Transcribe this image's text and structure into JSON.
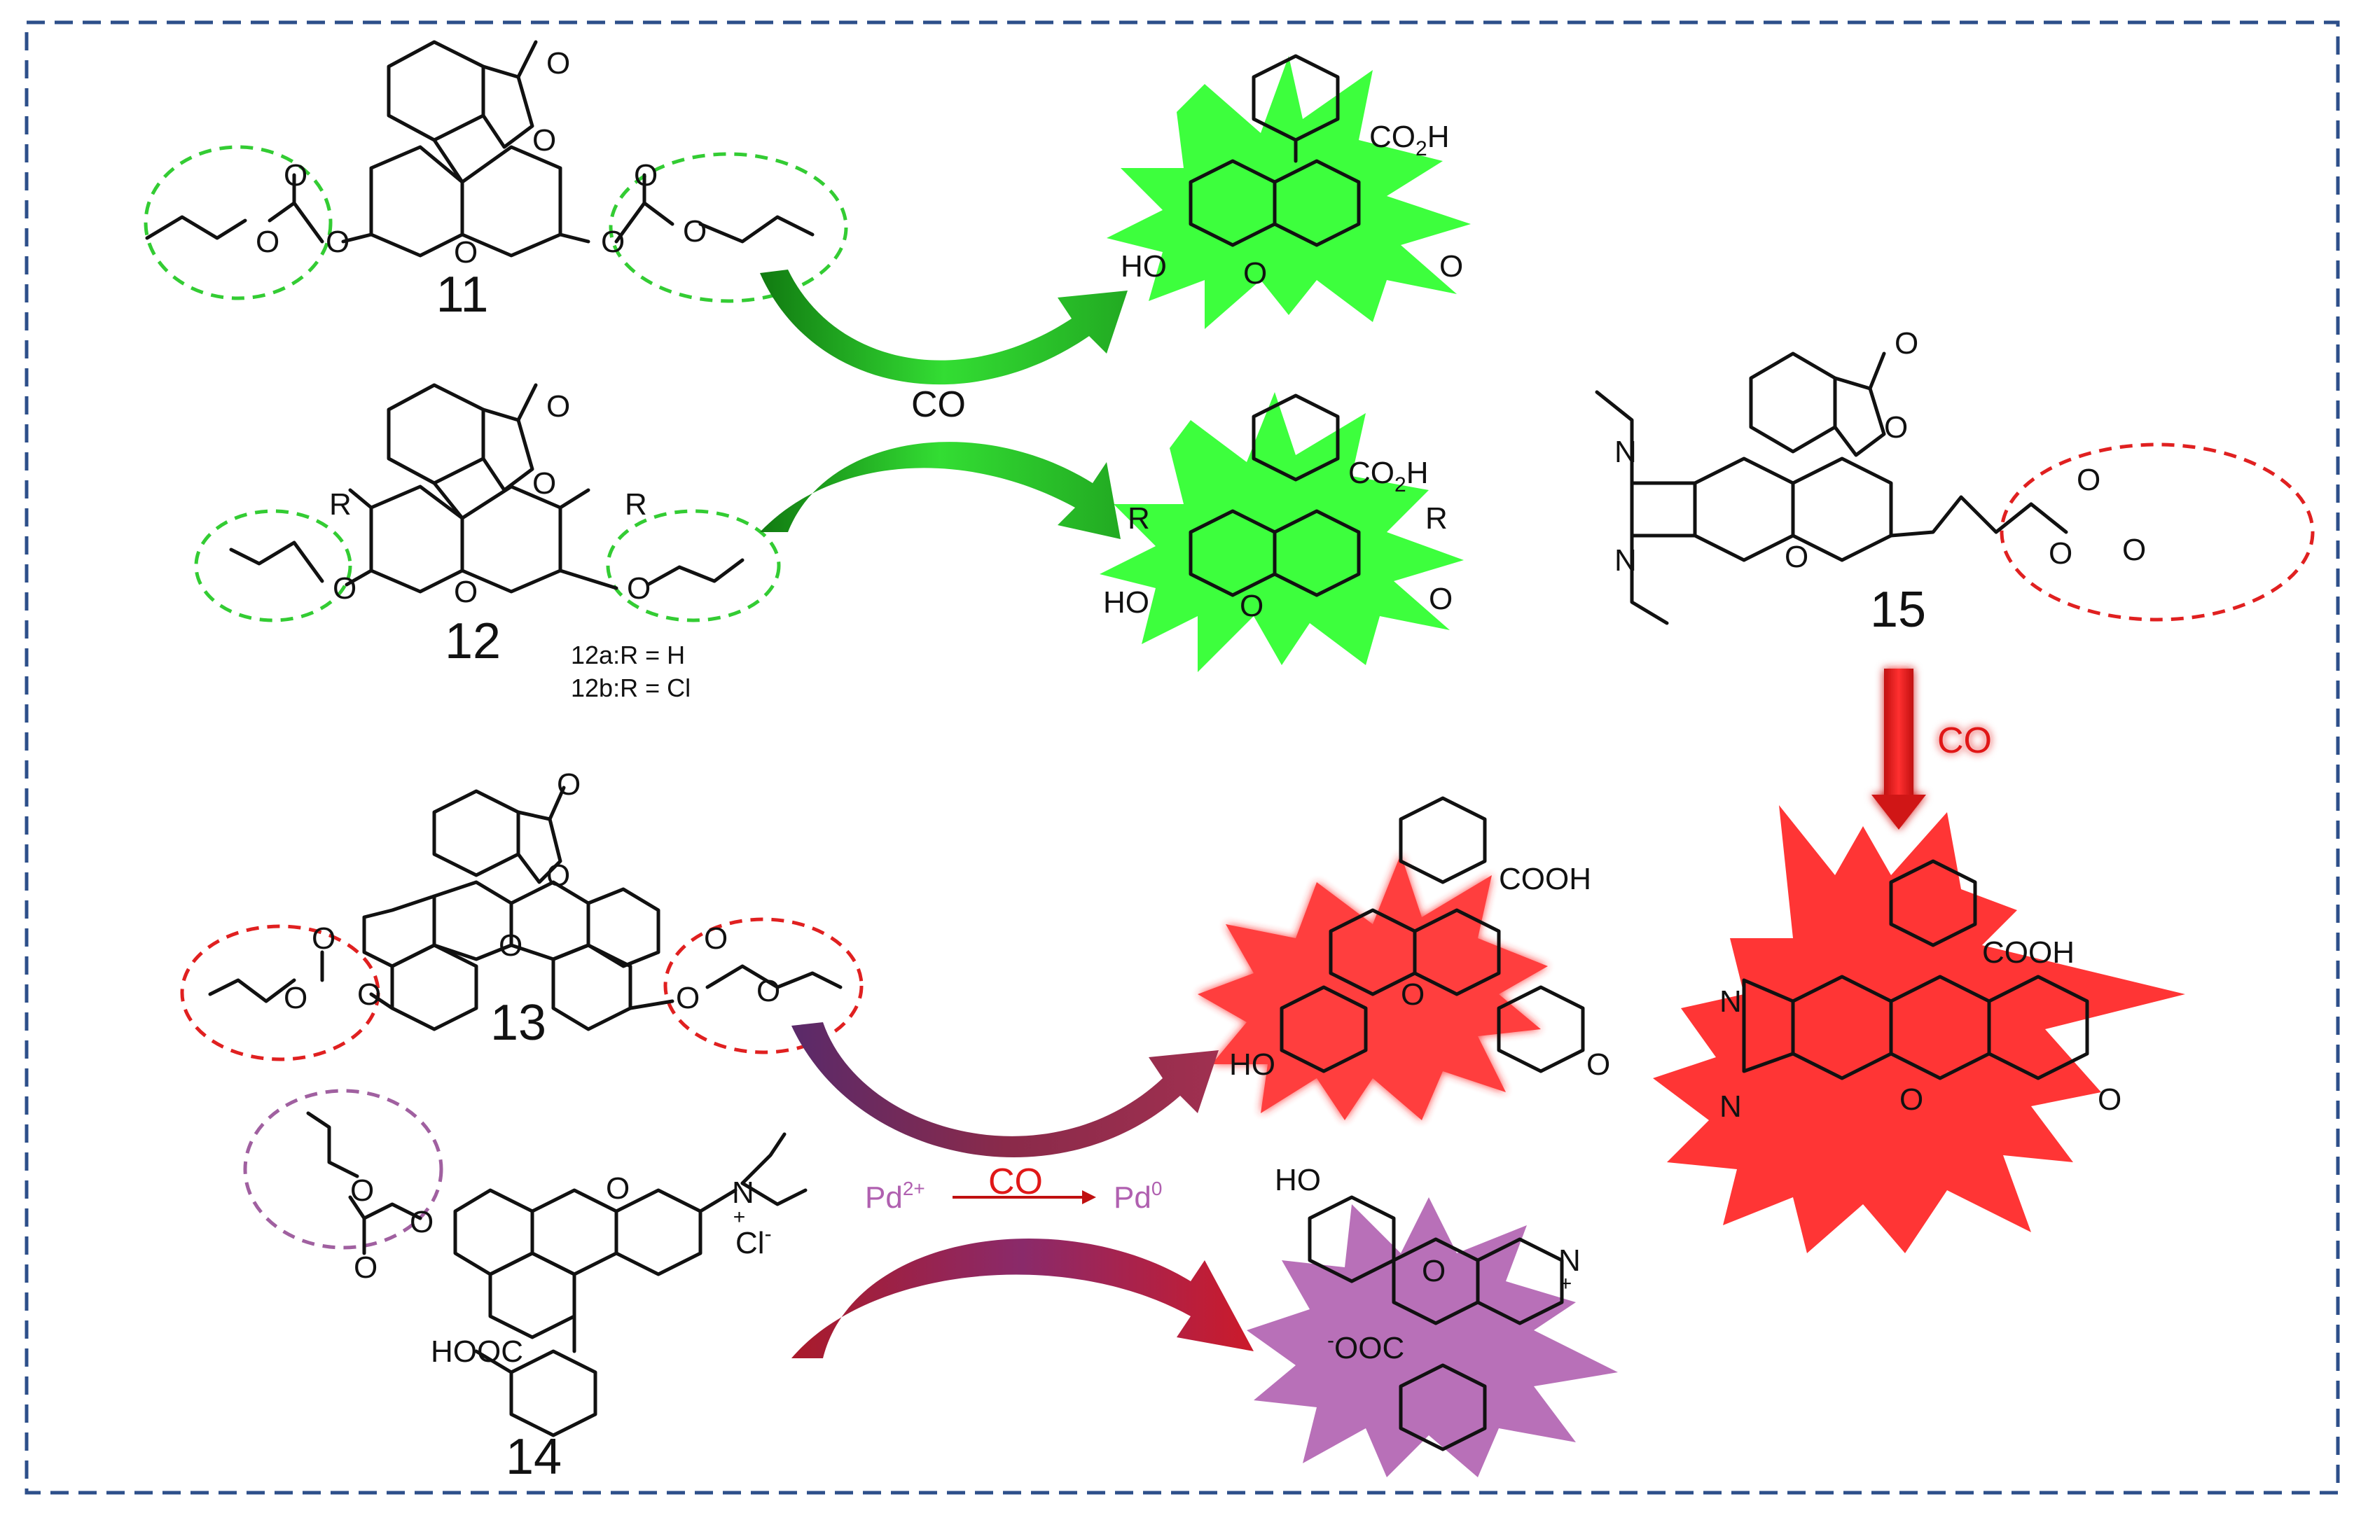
{
  "compounds": {
    "c11": "11",
    "c12": "12",
    "c12a": "12a:R = H",
    "c12b": "12b:R = Cl",
    "c13": "13",
    "c14": "14",
    "c15": "15"
  },
  "reagents": {
    "co_green": "CO",
    "co_red_15": "CO",
    "co_bottom": "CO",
    "pd_from": "Pd",
    "pd_from_sup": "2+",
    "pd_to": "Pd",
    "pd_to_sup": "0"
  },
  "atoms": {
    "O": "O",
    "HO": "HO",
    "R": "R",
    "N": "N",
    "CO2H": "CO",
    "CO2H_sub": "2",
    "H": "H",
    "COOH": "COOH",
    "HOOC": "HOOC",
    "OOC": "OOC",
    "N_plus": "N",
    "plus": "+",
    "Cl": "Cl",
    "minus": "-"
  },
  "colors": {
    "frame": "#2d4f8a",
    "green_burst": "#33ff33",
    "red_burst": "#ff2a2a",
    "purple_burst": "#b060b0",
    "green_circle": "#33cc33",
    "red_circle": "#e02020",
    "purple_circle": "#a060a0"
  }
}
